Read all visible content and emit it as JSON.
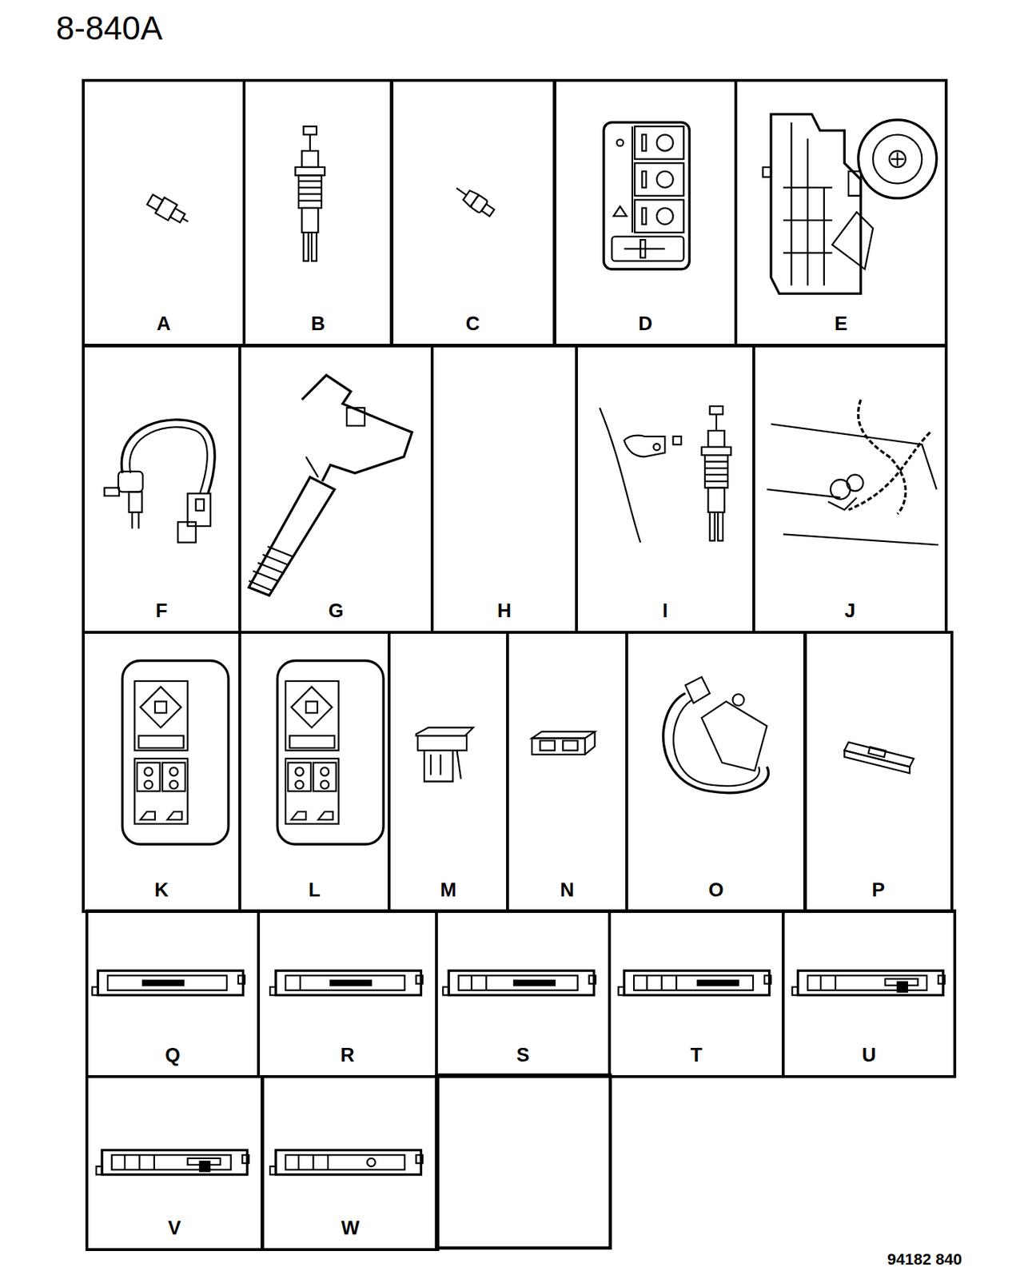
{
  "diagram": {
    "nodes": [
      {
        "text": [
          "A"
        ]
      },
      {
        "text": [
          "B"
        ]
      },
      {
        "text": [
          "C"
        ]
      },
      {
        "text": [
          "D"
        ]
      },
      {
        "text": [
          "E"
        ]
      },
      {
        "text": [
          "F"
        ]
      },
      {
        "text": [
          "G"
        ]
      },
      {
        "text": [
          "H"
        ]
      },
      {
        "text": [
          "I"
        ]
      },
      {
        "text": [
          "J"
        ]
      },
      {
        "text": [
          "K"
        ]
      },
      {
        "text": [
          "L"
        ]
      },
      {
        "text": [
          "M"
        ]
      },
      {
        "text": [
          "N"
        ]
      },
      {
        "text": [
          "O"
        ]
      },
      {
        "text": [
          "P"
        ]
      },
      {
        "text": [
          "Q"
        ]
      },
      {
        "text": [
          "R"
        ]
      },
      {
        "text": [
          "S"
        ]
      },
      {
        "text": [
          "T"
        ]
      },
      {
        "text": [
          "U"
        ]
      },
      {
        "text": [
          "V"
        ]
      },
      {
        "text": [
          "W"
        ]
      }
    ],
    "labels": [
      "8-840A",
      "94182 840"
    ]
  }
}
